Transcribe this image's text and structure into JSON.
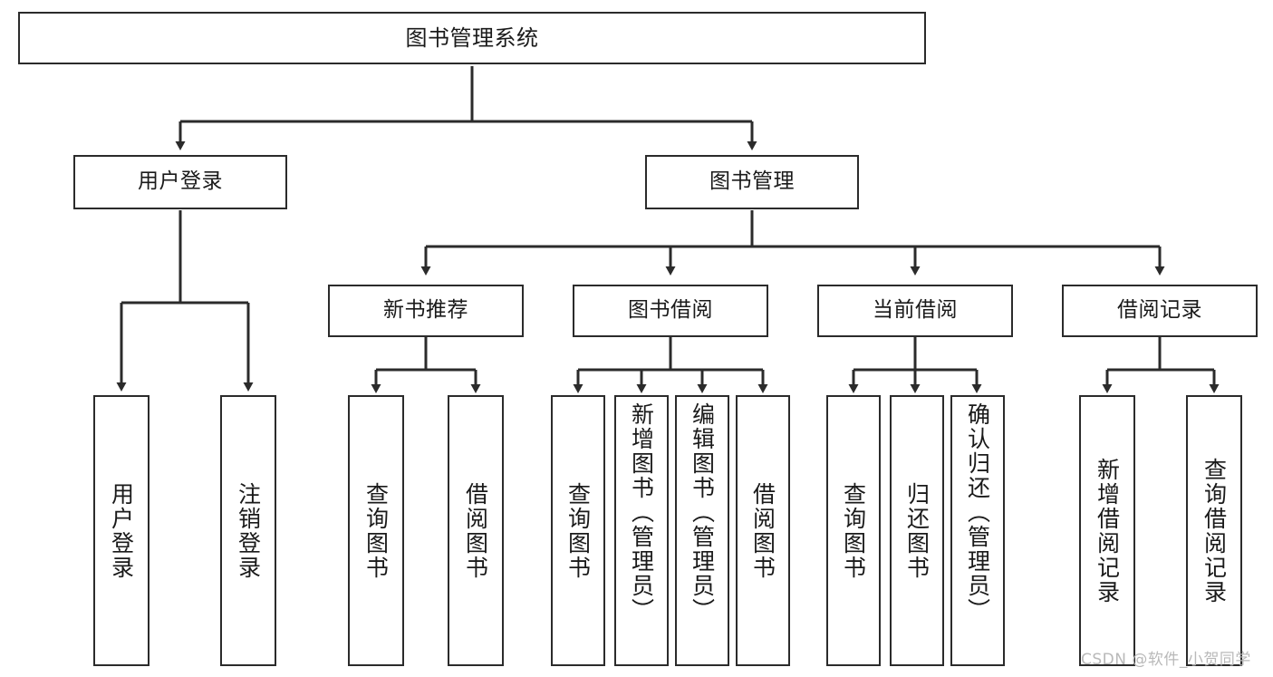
{
  "diagram": {
    "title": "图书管理系统",
    "type": "tree-hierarchy",
    "stroke_color": "#2b2b2b",
    "background_color": "#ffffff",
    "text_color": "#1a1a1a"
  },
  "root": {
    "label": "图书管理系统"
  },
  "level2": [
    {
      "label": "用户登录"
    },
    {
      "label": "图书管理"
    }
  ],
  "level3": [
    {
      "label": "新书推荐"
    },
    {
      "label": "图书借阅"
    },
    {
      "label": "当前借阅"
    },
    {
      "label": "借阅记录"
    }
  ],
  "leaves": {
    "user_login": [
      {
        "label": "用户登录"
      },
      {
        "label": "注销登录"
      }
    ],
    "new_book": [
      {
        "label": "查询图书"
      },
      {
        "label": "借阅图书"
      }
    ],
    "book_borrow": [
      {
        "label": "查询图书"
      },
      {
        "label": "新增图书（管理员）"
      },
      {
        "label": "编辑图书（管理员）"
      },
      {
        "label": "借阅图书"
      }
    ],
    "current_borrow": [
      {
        "label": "查询图书"
      },
      {
        "label": "归还图书"
      },
      {
        "label": "确认归还（管理员）"
      }
    ],
    "borrow_record": [
      {
        "label": "新增借阅记录"
      },
      {
        "label": "查询借阅记录"
      }
    ]
  },
  "watermark": {
    "text": "CSDN @软件_小贺同学"
  }
}
